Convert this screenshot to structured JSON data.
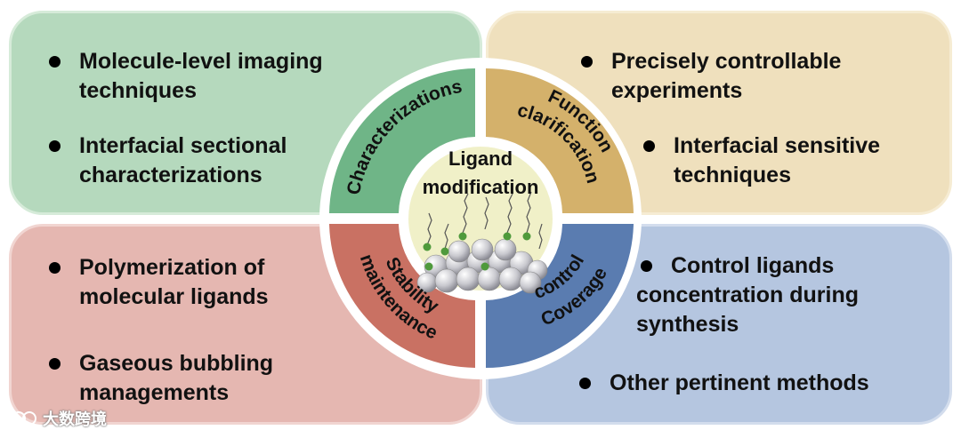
{
  "panels": {
    "top_left": {
      "items": [
        "Molecule-level imaging\ntechniques",
        "Interfacial sectional\ncharacterizations"
      ]
    },
    "top_right": {
      "items": [
        "Precisely controllable\nexperiments",
        "Interfacial sensitive\ntechniques"
      ]
    },
    "bottom_left": {
      "items": [
        "Polymerization of\nmolecular ligands",
        "Gaseous bubbling\nmanagements"
      ]
    },
    "bottom_right": {
      "items": [
        "Control ligands\nconcentration during\nsynthesis",
        "Other pertinent methods"
      ]
    }
  },
  "wheel": {
    "center_line1": "Ligand",
    "center_line2": "modification",
    "segments": {
      "characterizations": "Characterizations",
      "function_line1": "Function",
      "function_line2": "clarification",
      "stability_line1": "Stability",
      "stability_line2": "maintenance",
      "coverage_line1": "Coverage",
      "coverage_line2": "control"
    }
  },
  "colors": {
    "green": "#6fb587",
    "tan": "#d4b16b",
    "red": "#c97163",
    "blue": "#5a7cb0",
    "center": "#f0f0c8"
  },
  "watermark": {
    "text": "大数跨境"
  }
}
